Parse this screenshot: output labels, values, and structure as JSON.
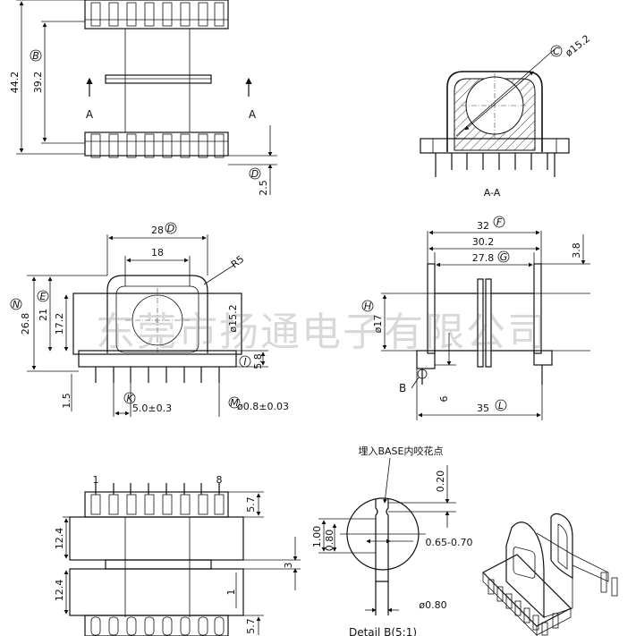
{
  "dims": {
    "top_height": "44.2",
    "top_inner": "39.2",
    "label_b_circle": "B",
    "label_a": "A",
    "label_d_circle": "D",
    "pin_len": "2.5",
    "aa_dia": "ø15.2",
    "label_c_circle": "C",
    "aa_title": "A-A",
    "front_width": "28",
    "front_inner": "18",
    "front_r": "R5",
    "front_total_h": "26.8",
    "front_21": "21",
    "front_17_2": "17.2",
    "front_bore": "ø15.2",
    "front_5_8": "5.8",
    "front_1_5": "1.5",
    "front_pitch": "5.0±0.3",
    "front_pin_dia": "ø0.8±0.03",
    "label_n": "N",
    "label_e": "E",
    "label_i": "I",
    "label_k": "K",
    "label_m": "M",
    "side_32": "32",
    "side_30_2": "30.2",
    "side_27_8": "27.8",
    "side_3_8": "3.8",
    "side_17": "ø17",
    "side_35": "35",
    "side_6": "6",
    "side_b": "B",
    "label_f": "F",
    "label_g": "G",
    "label_h": "H",
    "label_l": "L",
    "bottom_pin_1": "1",
    "bottom_pin_8": "8",
    "bottom_12_4a": "12.4",
    "bottom_12_4b": "12.4",
    "bottom_5_7a": "5.7",
    "bottom_5_7b": "5.7",
    "bottom_3": "3",
    "bottom_1": "1",
    "detail_note": "埋入BASE内咬花点",
    "detail_0_20": "0.20",
    "detail_1_00": "1.00",
    "detail_0_80": "0.80",
    "detail_065_070": "0.65-0.70",
    "detail_pin": "ø0.80",
    "detail_title": "Detail B(5:1)",
    "watermark": "东莞市扬通电子有限公司"
  }
}
